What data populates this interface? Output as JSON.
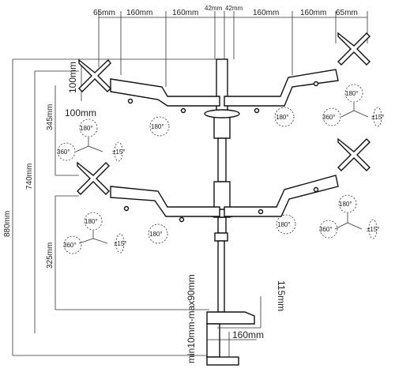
{
  "top_dimensions": [
    "65mm",
    "160mm",
    "160mm",
    "42mm",
    "42mm",
    "160mm",
    "160mm",
    "65mm"
  ],
  "vesa_w": "100mm",
  "vesa_h": "100mm",
  "spacing_upper": "345mm",
  "spacing_total": "740mm",
  "height_total": "880mm",
  "spacing_lower": "325mm",
  "desk_thickness": "min10mm-max90mm",
  "clamp_depth": "115mm",
  "clamp_length": "160mm",
  "rotation": {
    "rotate": "180°",
    "swivel": "360°",
    "tilt": "±15°"
  }
}
